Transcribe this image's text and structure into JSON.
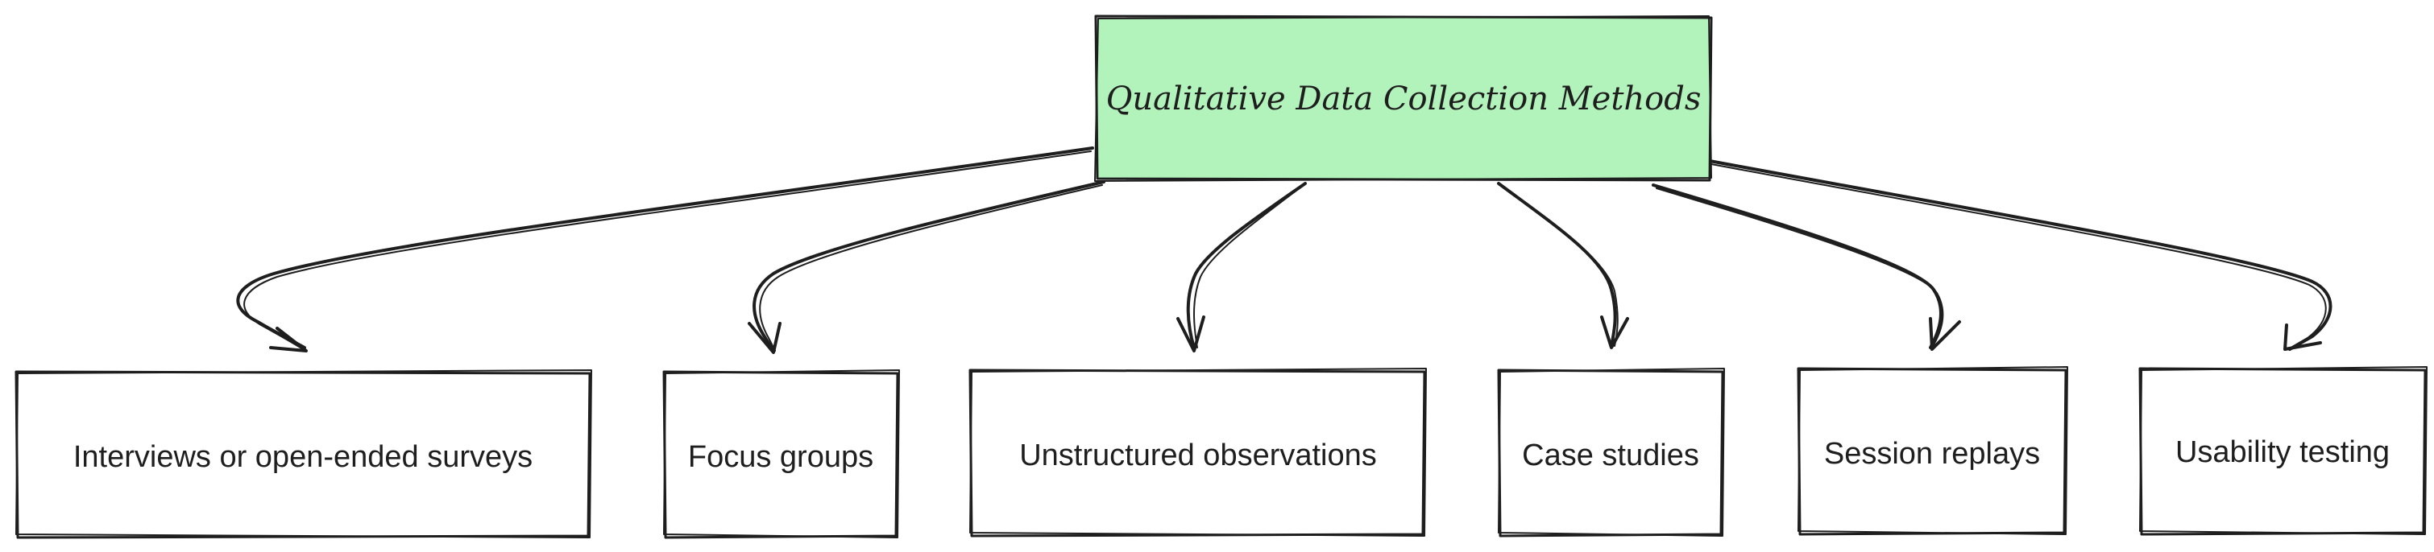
{
  "diagram": {
    "root": {
      "label": "Qualitative Data Collection Methods",
      "fill": "#b2f2bb"
    },
    "children": [
      {
        "label": "Interviews or open-ended surveys"
      },
      {
        "label": "Focus groups"
      },
      {
        "label": "Unstructured observations"
      },
      {
        "label": "Case studies"
      },
      {
        "label": "Session replays"
      },
      {
        "label": "Usability testing"
      }
    ],
    "colors": {
      "stroke": "#1e1e1e",
      "background": "#ffffff"
    }
  }
}
